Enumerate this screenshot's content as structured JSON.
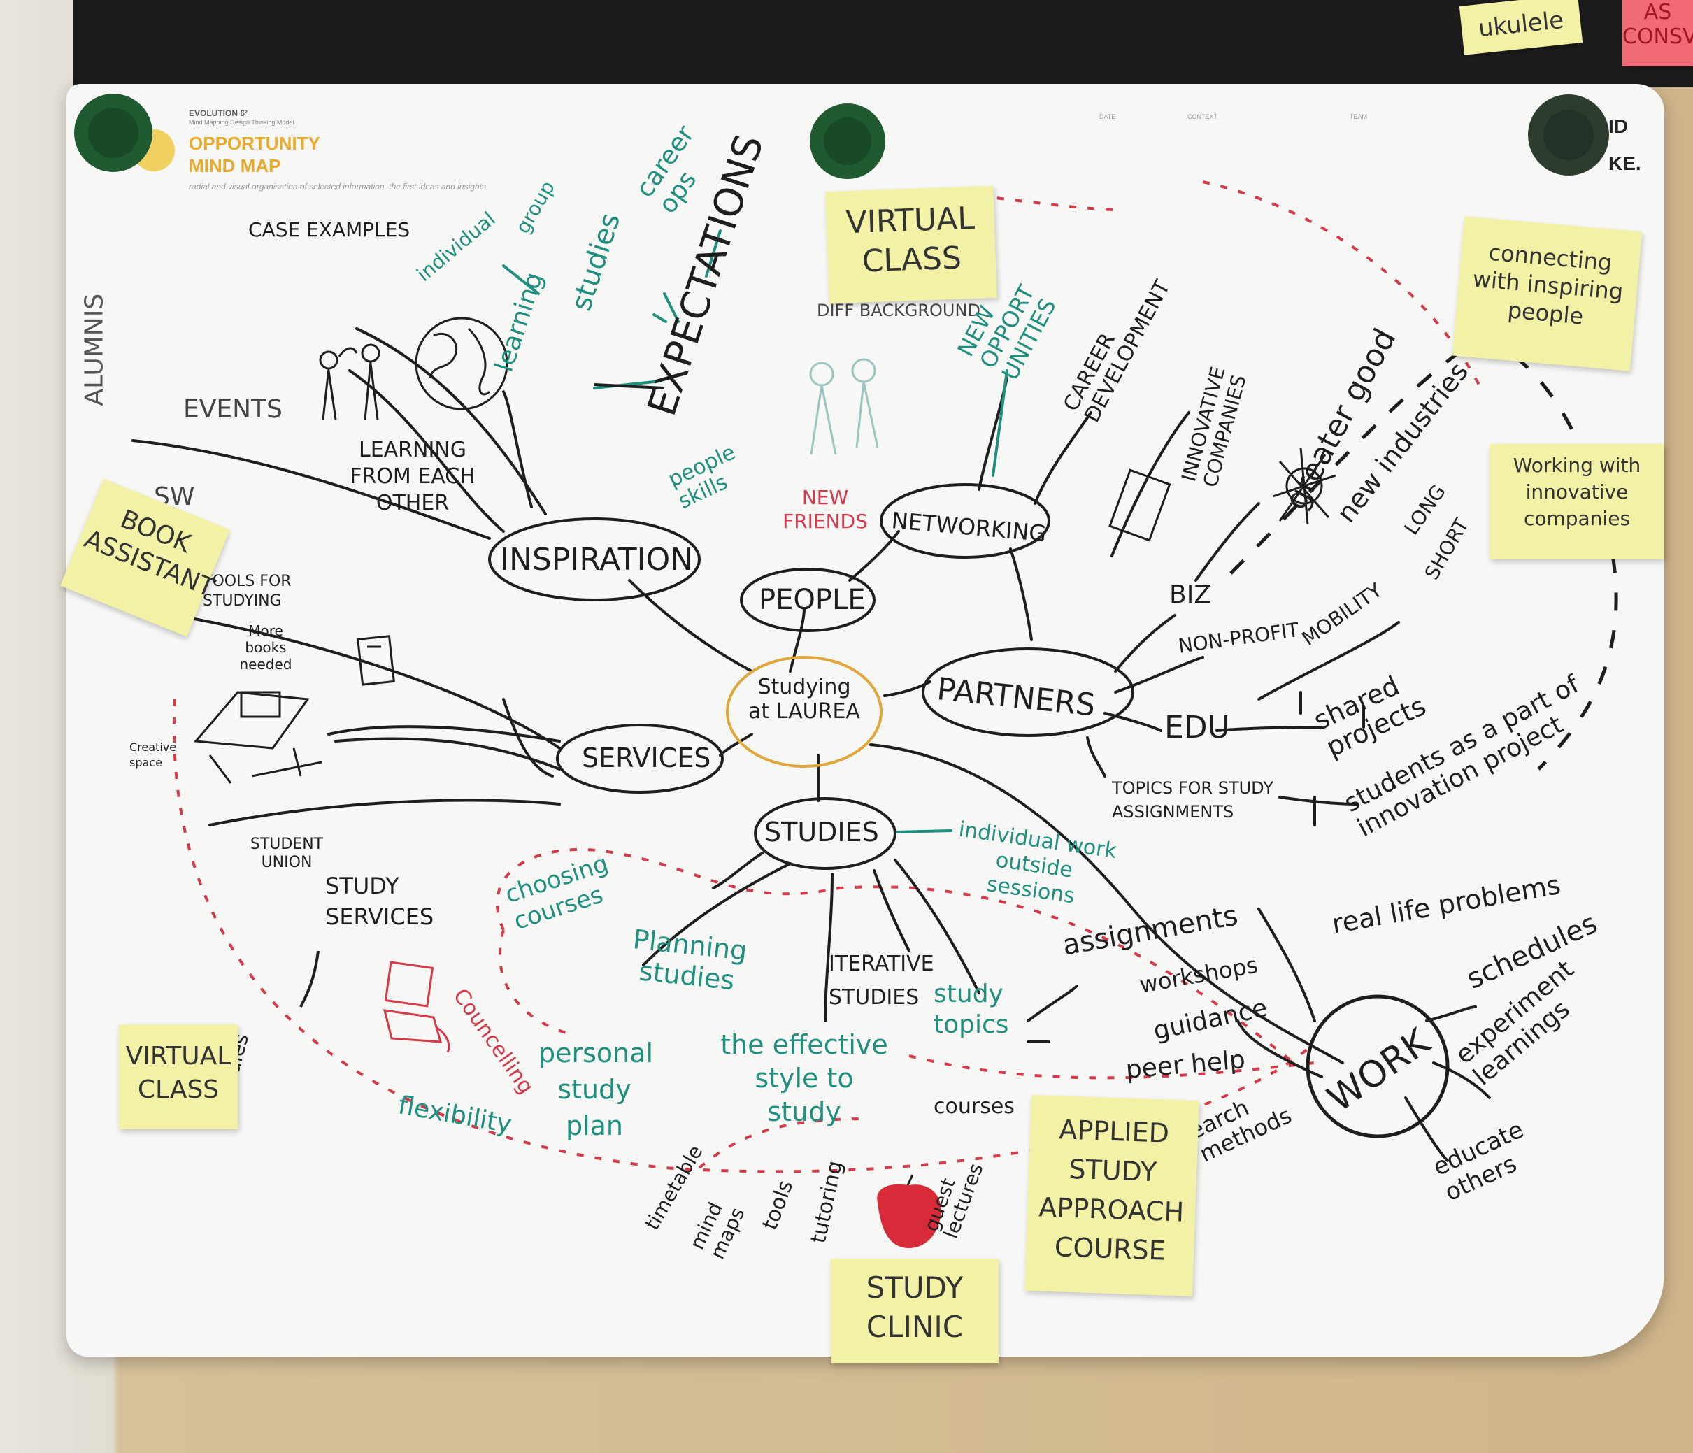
{
  "header": {
    "brand": "EVOLUTION 6²",
    "brand_sub": "Mind Mapping Design Thinking Model",
    "title_line1": "OPPORTUNITY",
    "title_line2": "MIND MAP",
    "subtitle": "radial and visual organisation of selected information, the first ideas and insights",
    "field_date": "DATE",
    "field_context": "CONTEXT",
    "field_team": "TEAM",
    "logo_top": "ID",
    "logo_bottom": "KE."
  },
  "top_notes": {
    "ukulele": "ukulele",
    "as_consv": "AS CONSV"
  },
  "center": "Studying at LAUREA",
  "hubs": {
    "inspiration": "INSPIRATION",
    "people": "PEOPLE",
    "networking": "NETWORKING",
    "partners": "PARTNERS",
    "services": "SERVICES",
    "studies": "STUDIES",
    "work": "WORK"
  },
  "labels": {
    "case_examples": "CASE EXAMPLES",
    "alumnis": "ALUMNIS",
    "events": "EVENTS",
    "learning_from": "LEARNING FROM EACH OTHER",
    "individual": "individual",
    "group": "group",
    "learning": "learning",
    "studies_green": "studies",
    "career_ops": "career ops",
    "expectations": "EXPECTATIONS",
    "diff_background": "DIFF BACKGROUND",
    "people_skills": "people skills",
    "new_friends": "NEW FRIENDS",
    "new_opportunities": "NEW OPPORT UNITIES",
    "career_dev": "CAREER DEVELOPMENT",
    "innovative_companies": "INNOVATIVE COMPANIES",
    "greater_good": "greater good",
    "new_industries": "new industries",
    "long": "LONG",
    "short": "SHORT",
    "mobility": "MOBILITY",
    "biz": "BIZ",
    "non_profit": "NON-PROFIT",
    "edu": "EDU",
    "shared_projects": "shared projects",
    "students_part": "students as a part of innovation project",
    "topics_assignments": "TOPICS FOR STUDY ASSIGNMENTS",
    "sw": "SW",
    "tools_for_studying": "TOOLS FOR STUDYING",
    "more_books": "More books needed",
    "creative_space": "Creative space",
    "student_union": "STUDENT UNION",
    "study_services": "STUDY SERVICES",
    "councelling": "Councelling",
    "flexibility": "flexibility",
    "personal_plan": "personal study plan",
    "planning_studies": "Planning studies",
    "choosing_courses": "choosing courses",
    "individual_work": "individual work outside sessions",
    "iterative_studies": "ITERATIVE STUDIES",
    "study_topics": "study topics",
    "effective_style": "the effective style to study",
    "timetable": "timetable",
    "mind_maps": "mind maps",
    "tools": "tools",
    "tutoring": "tutoring",
    "guest_lectures": "guest lectures",
    "courses": "courses",
    "assignments": "assignments",
    "workshops": "workshops",
    "guidance": "guidance",
    "peer_help": "peer help",
    "research_methods": "earch methods",
    "real_life": "real life problems",
    "schedules": "schedules",
    "experiment": "experiment learnings",
    "educate_others": "educate others",
    "studies_left": "studies"
  },
  "sticky_notes": {
    "virtual_class_top": "VIRTUAL CLASS",
    "connecting": "connecting with inspiring people",
    "working_with": "Working with innovative companies",
    "book_assistant": "BOOK ASSISTANT",
    "virtual_class_bottom": "VIRTUAL CLASS",
    "applied_study": "APPLIED STUDY APPROACH COURSE",
    "study_clinic": "STUDY CLINIC"
  },
  "colors": {
    "ink_black": "#1e1e1e",
    "ink_green": "#1f8f80",
    "ink_red": "#d43a4a",
    "center_outline": "#e0a63c",
    "sticky": "#f3f1a6",
    "magnet": "#1f5a30"
  }
}
